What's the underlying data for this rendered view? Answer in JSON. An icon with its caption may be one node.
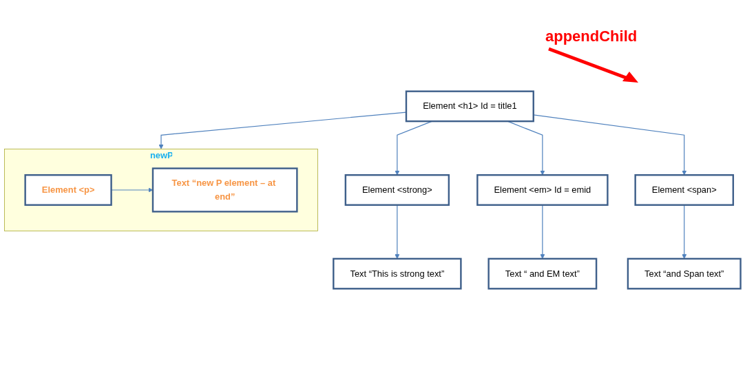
{
  "diagram": {
    "nodes": [
      {
        "text": [
          "Element <h1> Id = title1"
        ]
      },
      {
        "text": [
          "Element <strong>"
        ]
      },
      {
        "text": [
          "Element <em> Id = emid"
        ]
      },
      {
        "text": [
          "Element <span>"
        ]
      },
      {
        "text": [
          "newP"
        ]
      },
      {
        "text": [
          "Element <p>"
        ],
        "in": 4
      },
      {
        "text": [
          "Text “This is strong text”"
        ]
      },
      {
        "text": [
          "Text “ and EM text”"
        ]
      },
      {
        "text": [
          "Text “and Span text”"
        ]
      },
      {
        "text": [
          "Text “new P element – at end”"
        ],
        "in": 4
      }
    ],
    "edges": [
      {
        "from": 0,
        "to": 1,
        "arrow": "to"
      },
      {
        "from": 0,
        "to": 2,
        "arrow": "to"
      },
      {
        "from": 0,
        "to": 3,
        "arrow": "to"
      },
      {
        "from": 0,
        "to": 4,
        "arrow": "to"
      },
      {
        "from": 1,
        "to": 6,
        "arrow": "to"
      },
      {
        "from": 2,
        "to": 7,
        "arrow": "to"
      },
      {
        "from": 3,
        "to": 8,
        "arrow": "to"
      },
      {
        "from": 5,
        "to": 9,
        "arrow": "to"
      }
    ],
    "labels": [
      "appendChild"
    ]
  }
}
